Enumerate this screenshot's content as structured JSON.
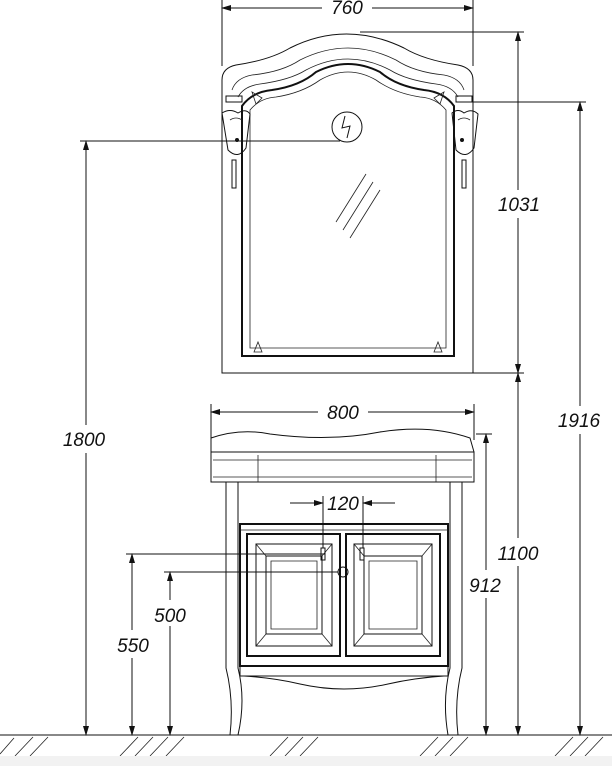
{
  "dimensions": {
    "mirror_width": "760",
    "mirror_height": "1031",
    "light_height": "1800",
    "overall_height": "1916",
    "cabinet_width": "800",
    "drain_spacing": "120",
    "cabinet_height": "1100",
    "countertop_height": "912",
    "inlet_height": "550",
    "drain_height": "500"
  },
  "colors": {
    "line": "#111111",
    "background": "#ffffff"
  },
  "icons": [
    "electrical-outlet-icon",
    "mirror-glare-icon"
  ]
}
